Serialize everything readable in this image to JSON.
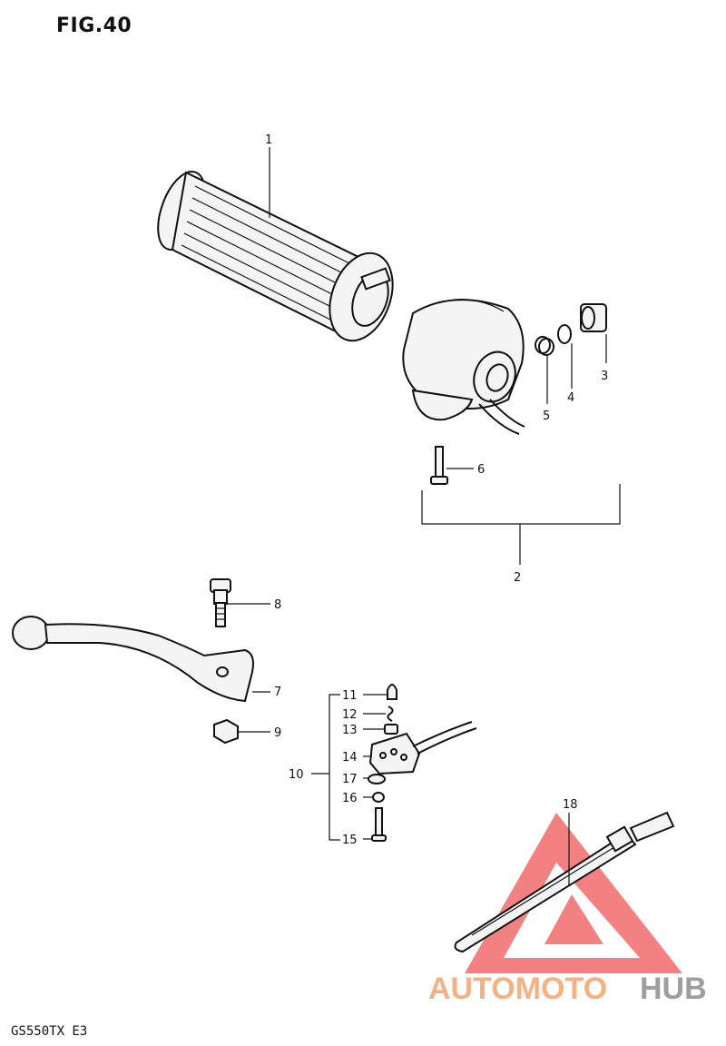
{
  "figure": {
    "title": "FIG.40",
    "model": "GS550TX  E3"
  },
  "callouts": [
    {
      "id": "p1",
      "label": "1"
    },
    {
      "id": "p2",
      "label": "2"
    },
    {
      "id": "p3",
      "label": "3"
    },
    {
      "id": "p4",
      "label": "4"
    },
    {
      "id": "p5",
      "label": "5"
    },
    {
      "id": "p6",
      "label": "6"
    },
    {
      "id": "p7",
      "label": "7"
    },
    {
      "id": "p8",
      "label": "8"
    },
    {
      "id": "p9",
      "label": "9"
    },
    {
      "id": "p10",
      "label": "10"
    },
    {
      "id": "p11",
      "label": "11"
    },
    {
      "id": "p12",
      "label": "12"
    },
    {
      "id": "p13",
      "label": "13"
    },
    {
      "id": "p14",
      "label": "14"
    },
    {
      "id": "p15",
      "label": "15"
    },
    {
      "id": "p16",
      "label": "16"
    },
    {
      "id": "p17",
      "label": "17"
    },
    {
      "id": "p18",
      "label": "18"
    }
  ],
  "watermark": {
    "part1": "AUTOMOTO",
    "part2": "HUB",
    "color1": "#f4b183",
    "color2": "#9e9e9e",
    "triangle_color": "#f26b6b"
  }
}
